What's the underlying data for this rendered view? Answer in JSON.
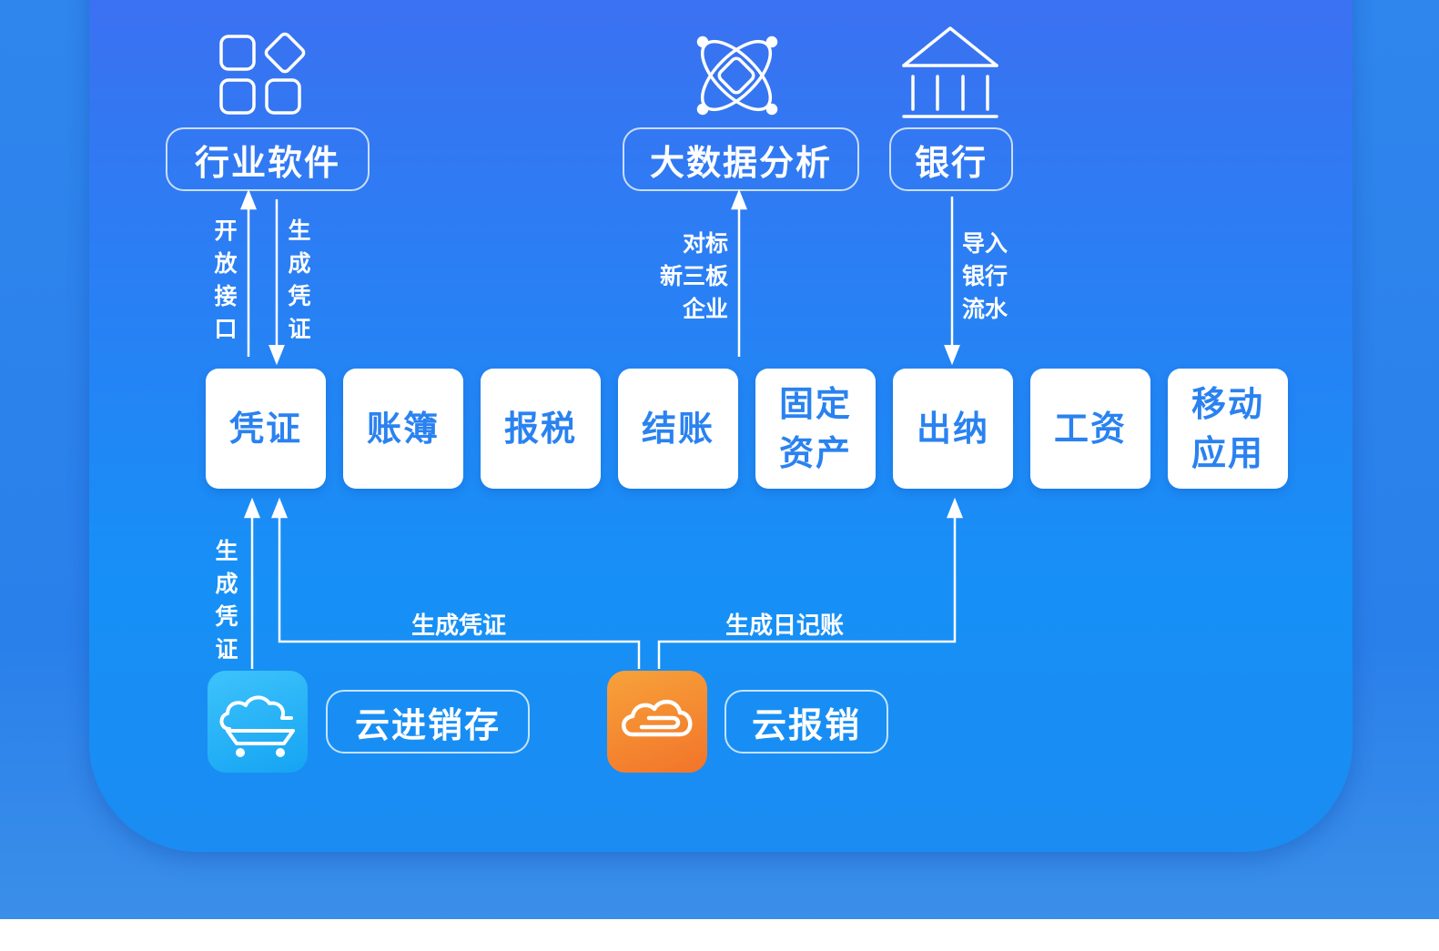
{
  "top_nodes": {
    "industry_software": "行业软件",
    "big_data": "大数据分析",
    "bank": "银行"
  },
  "modules": {
    "voucher": "凭证",
    "ledger": "账簿",
    "tax": "报税",
    "closing": "结账",
    "fixed_assets": "固定资产",
    "cashier": "出纳",
    "payroll": "工资",
    "mobile": "移动应用"
  },
  "edge_labels": {
    "open_api": "开放接口",
    "gen_voucher_down": "生成凭证",
    "benchmark_line1": "对标",
    "benchmark_line2": "新三板",
    "benchmark_line3": "企业",
    "import_line1": "导入",
    "import_line2": "银行",
    "import_line3": "流水",
    "gen_voucher_up": "生成凭证",
    "gen_voucher_mid": "生成凭证",
    "gen_journal": "生成日记账"
  },
  "bottom_nodes": {
    "cloud_inventory": "云进销存",
    "cloud_expense": "云报销"
  },
  "icons": {
    "industry_software": "app-grid-icon",
    "big_data": "atom-orbit-icon",
    "bank": "bank-building-icon",
    "cloud_inventory": "cloud-cart-icon",
    "cloud_expense": "cloud-clip-icon"
  },
  "colors": {
    "module_text": "#2a82f0",
    "inventory_icon": "#1fa8f5",
    "expense_icon": "#f4862a"
  }
}
